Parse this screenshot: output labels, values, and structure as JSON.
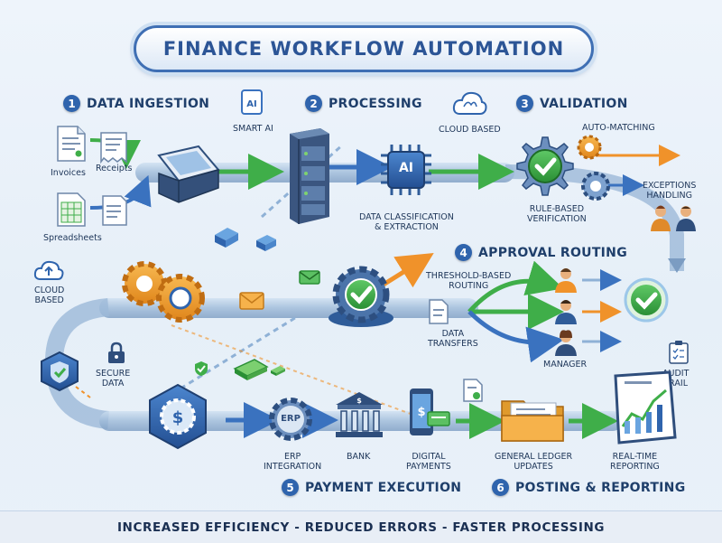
{
  "title": "FINANCE WORKFLOW AUTOMATION",
  "steps": [
    {
      "num": "1",
      "label": "DATA INGESTION"
    },
    {
      "num": "2",
      "label": "PROCESSING"
    },
    {
      "num": "3",
      "label": "VALIDATION"
    },
    {
      "num": "4",
      "label": "APPROVAL ROUTING"
    },
    {
      "num": "5",
      "label": "PAYMENT EXECUTION"
    },
    {
      "num": "6",
      "label": "POSTING & REPORTING"
    }
  ],
  "labels": {
    "invoices": "Invoices",
    "receipts": "Receipts",
    "spreadsheets": "Spreadsheets",
    "smart_ai": "SMART AI",
    "ai_chip": "AI",
    "cloud_based_top": "CLOUD BASED",
    "data_classification": "DATA CLASSIFICATION",
    "extraction": "& EXTRACTION",
    "auto_matching": "AUTO-MATCHING",
    "exceptions": "EXCEPTIONS",
    "handling": "HANDLING",
    "rule_based": "RULE-BASED",
    "verification": "VERIFICATION",
    "cloud_based_left_1": "CLOUD",
    "cloud_based_left_2": "BASED",
    "threshold_1": "THRESHOLD-BASED",
    "threshold_2": "ROUTING",
    "data_transfers_1": "DATA",
    "data_transfers_2": "TRANSFERS",
    "manager": "MANAGER",
    "audit_1": "AUDIT",
    "audit_2": "TRAIL",
    "secure_1": "SECURE",
    "secure_2": "DATA",
    "erp_icon": "ERP",
    "erp_1": "ERP",
    "erp_2": "INTEGRATION",
    "bank": "BANK",
    "digital_1": "DIGITAL",
    "digital_2": "PAYMENTS",
    "gl_1": "GENERAL LEDGER",
    "gl_2": "UPDATES",
    "rt_1": "REAL-TIME",
    "rt_2": "REPORTING"
  },
  "footer": "INCREASED EFFICIENCY - REDUCED ERRORS - FASTER PROCESSING",
  "colors": {
    "primary_blue": "#2f64ad",
    "green": "#3fae49",
    "orange": "#f2a03a",
    "pipe": "#9fbbd8"
  }
}
